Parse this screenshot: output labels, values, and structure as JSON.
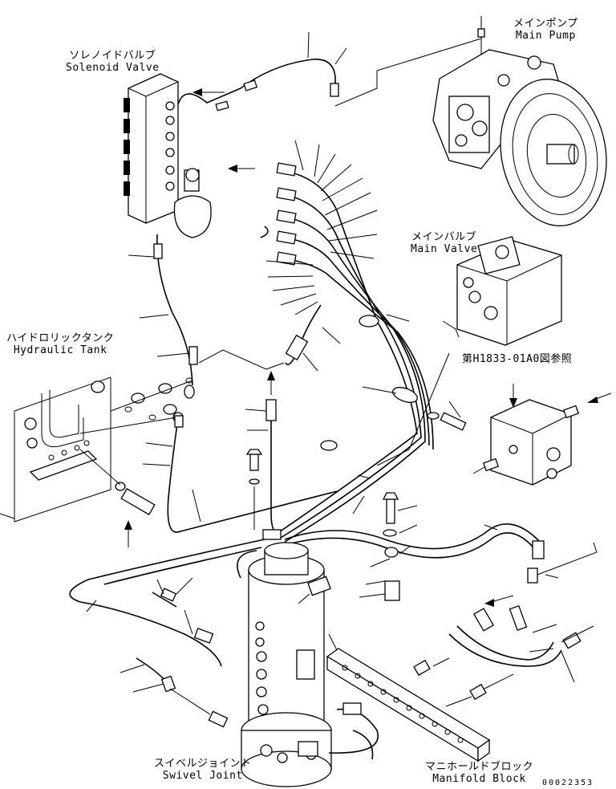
{
  "labels": {
    "solenoid_valve": {
      "jp": "ソレノイドバルブ",
      "en": "Solenoid Valve"
    },
    "main_pump": {
      "jp": "メインポンプ",
      "en": "Main Pump"
    },
    "main_valve": {
      "jp": "メインバルブ",
      "en": "Main Valve"
    },
    "hydraulic_tank": {
      "jp": "ハイドロリックタンク",
      "en": "Hydraulic Tank"
    },
    "swivel_joint": {
      "jp": "スイベルジョイント",
      "en": "Swivel Joint"
    },
    "manifold_block": {
      "jp": "マニホールドブロック",
      "en": "Manifold Block"
    }
  },
  "reference_note": "第H1833-01A0図参照",
  "document_number": "00022353"
}
